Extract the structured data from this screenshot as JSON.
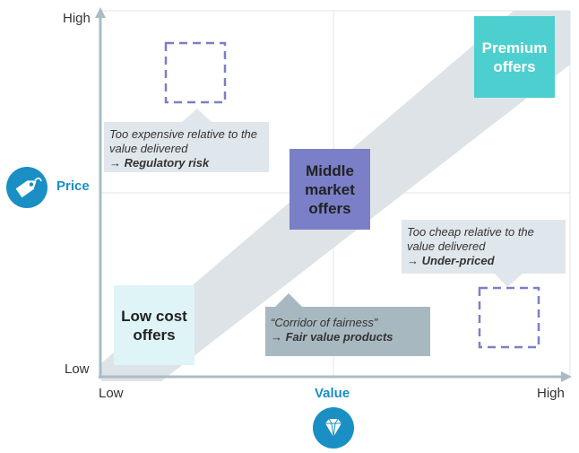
{
  "y_axis": {
    "title": "Price",
    "high": "High",
    "low": "Low",
    "icon": "price-tag-icon"
  },
  "x_axis": {
    "title": "Value",
    "low": "Low",
    "high": "High",
    "icon": "diamond-icon"
  },
  "boxes": {
    "premium": "Premium offers",
    "middle": "Middle market offers",
    "low_cost": "Low cost offers"
  },
  "callouts": {
    "expensive": {
      "text": "Too expensive relative to the value delivered",
      "consequence": "→ Regulatory risk"
    },
    "cheap": {
      "text": "Too cheap relative to the value delivered",
      "consequence": "→ Under-priced"
    },
    "fairness": {
      "text": "“Corridor of fairness”",
      "consequence": "→ Fair value products"
    }
  },
  "colors": {
    "axis": "#a9bcc6",
    "corridor": "#dde3e6",
    "premium": "#4ecfcf",
    "middle": "#7a7fc8",
    "low_cost": "#dff4f6",
    "callout_light": "#e0e7ec",
    "callout_dark": "#a8b8c0",
    "dashed": "#7b7fc9",
    "accent": "#1a8fc4"
  }
}
